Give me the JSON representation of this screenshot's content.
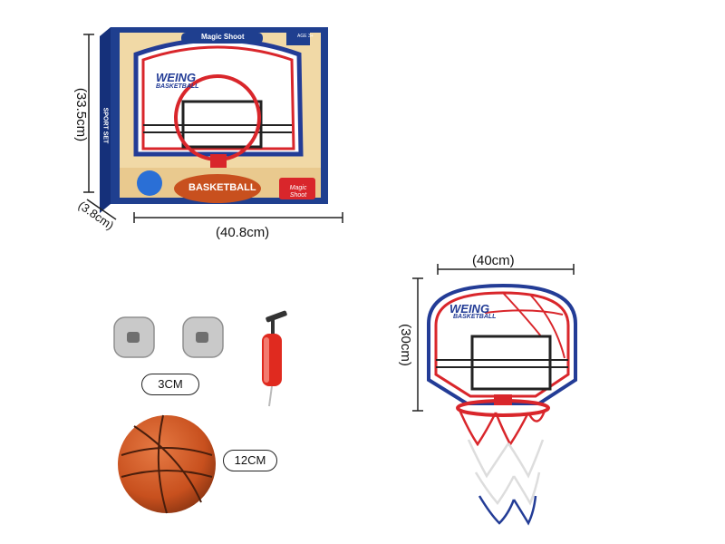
{
  "box": {
    "brand_top": "Magic Shoot",
    "age": "AGE 3+",
    "logo_word": "WEING",
    "logo_sub": "BASKETBALL",
    "side_text": "SPORT SET",
    "bottom_banner": "BASKETBALL",
    "corner_badge": "Magic Shoot",
    "dim_height": "(33.5cm)",
    "dim_width": "(40.8cm)",
    "dim_depth": "(3.8cm)"
  },
  "accessories": {
    "suction_label": "3CM",
    "ball_label": "12CM"
  },
  "board": {
    "logo_word": "WEING",
    "logo_sub": "BASKETBALL",
    "dim_width": "(40cm)",
    "dim_height": "(30cm)"
  },
  "colors": {
    "box_blue": "#1f3f8f",
    "board_red": "#d9262b",
    "board_blue": "#233c96",
    "ball_orange": "#c8501e",
    "pump_red": "#e02a1f"
  }
}
